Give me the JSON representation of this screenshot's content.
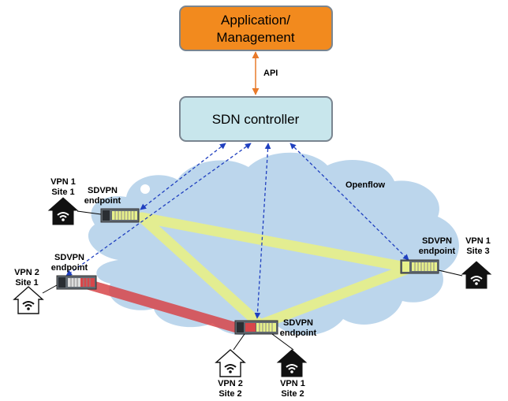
{
  "app_box": {
    "line1": "Application/",
    "line2": "Management",
    "color": "#f28a1e"
  },
  "api_label": "API",
  "controller_box": {
    "label": "SDN controller",
    "color": "#c8e6ec"
  },
  "openflow_label": "Openflow",
  "endpoint_label": {
    "line1": "SDVPN",
    "line2": "endpoint"
  },
  "sites": {
    "vpn1_site1": {
      "line1": "VPN 1",
      "line2": "Site 1"
    },
    "vpn2_site1": {
      "line1": "VPN 2",
      "line2": "Site 1"
    },
    "vpn1_site3": {
      "line1": "VPN 1",
      "line2": "Site 3"
    },
    "vpn2_site2": {
      "line1": "VPN 2",
      "line2": "Site 2"
    },
    "vpn1_site2": {
      "line1": "VPN 1",
      "line2": "Site 2"
    }
  },
  "colors": {
    "cloud": "#bcd6ec",
    "vpn1_tunnel": "#e7f08a",
    "vpn2_tunnel": "#d8464a",
    "openflow_arrow": "#1f3fbf",
    "api_arrow": "#e87a2a",
    "vpn1_house": "#111111",
    "vpn2_house": "#ffffff"
  }
}
